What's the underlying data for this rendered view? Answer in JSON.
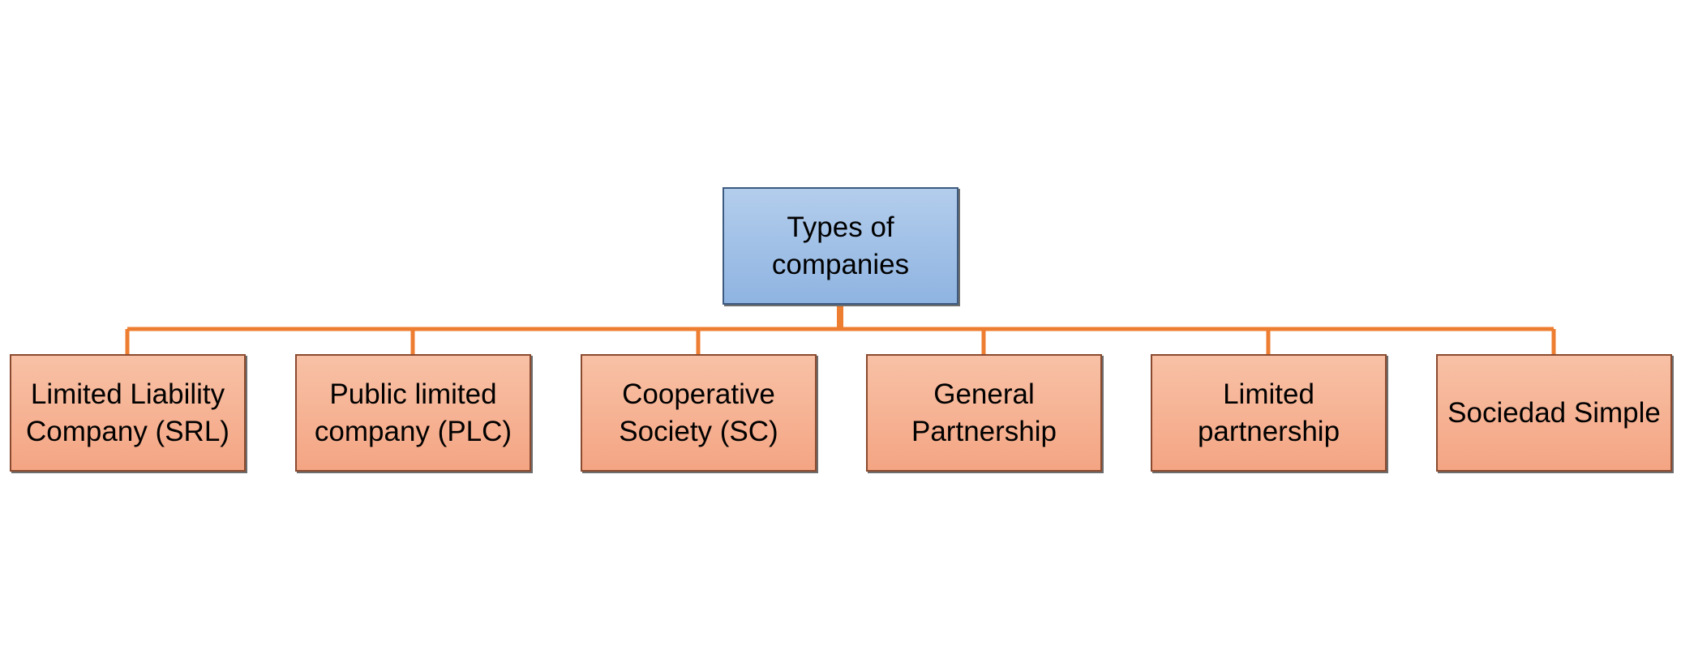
{
  "diagram": {
    "root": {
      "label": "Types of companies"
    },
    "children": [
      {
        "label": "Limited Liability Company (SRL)"
      },
      {
        "label": "Public limited company (PLC)"
      },
      {
        "label": "Cooperative Society (SC)"
      },
      {
        "label": "General Partnership"
      },
      {
        "label": "Limited partnership"
      },
      {
        "label": "Sociedad Simple"
      }
    ],
    "colors": {
      "connector": "#ED7D31",
      "root_fill": "#9DBFE6",
      "child_fill": "#F6B394"
    }
  }
}
